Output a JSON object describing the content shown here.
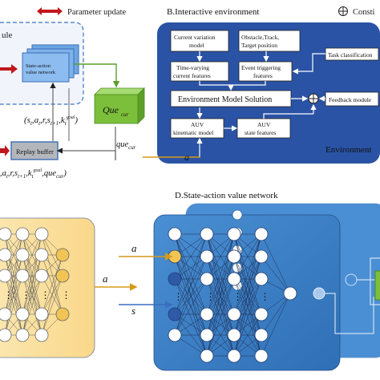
{
  "legend": {
    "parameter_update": "Parameter update",
    "constraint": "Consti"
  },
  "module_a": {
    "title": "ule",
    "network_line1": "State-action",
    "network_line2": "value network",
    "que_box": "Que",
    "que_box_sub": "cur",
    "tuple_top": "(s",
    "tuple_top_rest": ",a",
    "replay_buffer": "Replay buffer",
    "que_label": "que",
    "que_label_sub": "cur",
    "tuple_bottom": ",a",
    "tuple_bottom_rest": ",r,s",
    "tuple_bottom_end": ",k",
    "tuple_bottom_que": ",que",
    "tuple_bottom_close": ")"
  },
  "module_b": {
    "title": "B.Interactive environment",
    "current_variation": "Current variation model",
    "obstacle": "Obstacle,Track, Target position",
    "task_classification": "Task classification",
    "time_varying": "Time-varying current features",
    "event_triggering": "Event triggering features",
    "environment_model_solution": "Environment Model Solution",
    "feedback_module": "Feedback module",
    "auv_kinematic": "AUV kinematic model",
    "auv_state": "AUV state features",
    "environment": "Environment",
    "action": "a"
  },
  "module_c": {
    "input_a": "a"
  },
  "module_d": {
    "title": "D.State-action value network",
    "input_a": "a",
    "input_s": "s"
  },
  "colors": {
    "env_blue": "#2a53a5",
    "net_blue": "#3f86cc",
    "yellow_panel": "#fbe3a2",
    "green": "#7cbf3a",
    "red_arrow": "#c0171c",
    "gold_arrow": "#d59a1b"
  }
}
